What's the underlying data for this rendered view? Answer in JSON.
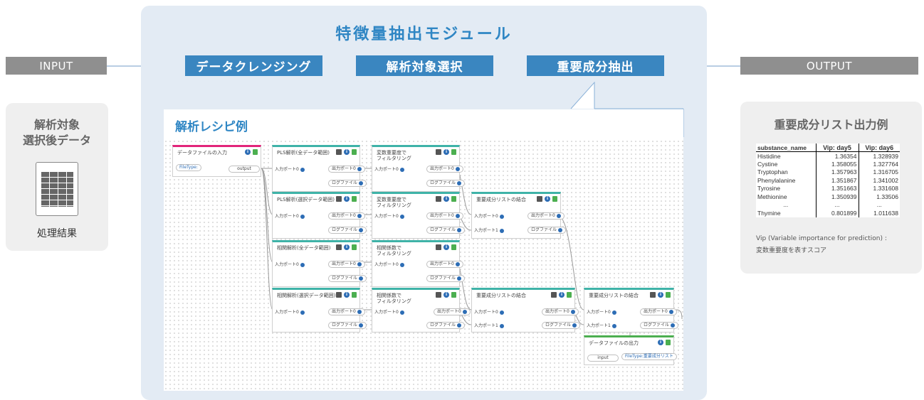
{
  "input_label": "INPUT",
  "output_label": "OUTPUT",
  "module_title": "特徴量抽出モジュール",
  "steps": [
    "データクレンジング",
    "解析対象選択",
    "重要成分抽出"
  ],
  "input_card": {
    "title_line1": "解析対象",
    "title_line2": "選択後データ",
    "caption": "処理結果"
  },
  "recipe": {
    "title": "解析レシピ例",
    "nodes": {
      "data_input": "データファイルの入力",
      "pls_all": "PLS解析(全データ範囲)",
      "pls_sel": "PLS解析(選択データ範囲)",
      "corr_all": "相関解析(全データ範囲)",
      "corr_sel": "相関解析(選択データ範囲)",
      "filter_vip": "変数重要度で\nフィルタリング",
      "filter_corr": "相関係数で\nフィルタリング",
      "merge": "重要成分リストの結合",
      "data_output": "データファイルの出力"
    },
    "ports": {
      "in0": "入力ポート0",
      "in1": "入力ポート1",
      "out0": "出力ポート0",
      "log": "ログファイル",
      "output": "output",
      "input": "input",
      "filetype": "FileType:",
      "filetype_out": "FileType:重要成分リスト"
    }
  },
  "output_card": {
    "title": "重要成分リスト出力例",
    "table": {
      "headers": [
        "substance_name",
        "Vip: day5",
        "Vip: day6"
      ],
      "rows": [
        [
          "Histidine",
          "1.36354",
          "1.328939"
        ],
        [
          "Cystine",
          "1.358055",
          "1.327764"
        ],
        [
          "Tryptophan",
          "1.357963",
          "1.316705"
        ],
        [
          "Phenylalanine",
          "1.351867",
          "1.341002"
        ],
        [
          "Tyrosine",
          "1.351663",
          "1.331608"
        ],
        [
          "Methionine",
          "1.350939",
          "1.33506"
        ],
        [
          "...",
          "...",
          "..."
        ],
        [
          "Thymine",
          "0.801899",
          "1.011638"
        ]
      ]
    },
    "note_line1": "Vip (Variable importance for prediction) :",
    "note_line2": "変数重要度を表すスコア"
  },
  "colors": {
    "accent": "#2f86c4",
    "step_bar": "#3a86c0",
    "io_bar": "#8f8f8f",
    "panel": "#e3ebf4",
    "node_teal": "#3fb3a8",
    "node_pink": "#e2257a",
    "node_green": "#4caf50"
  }
}
